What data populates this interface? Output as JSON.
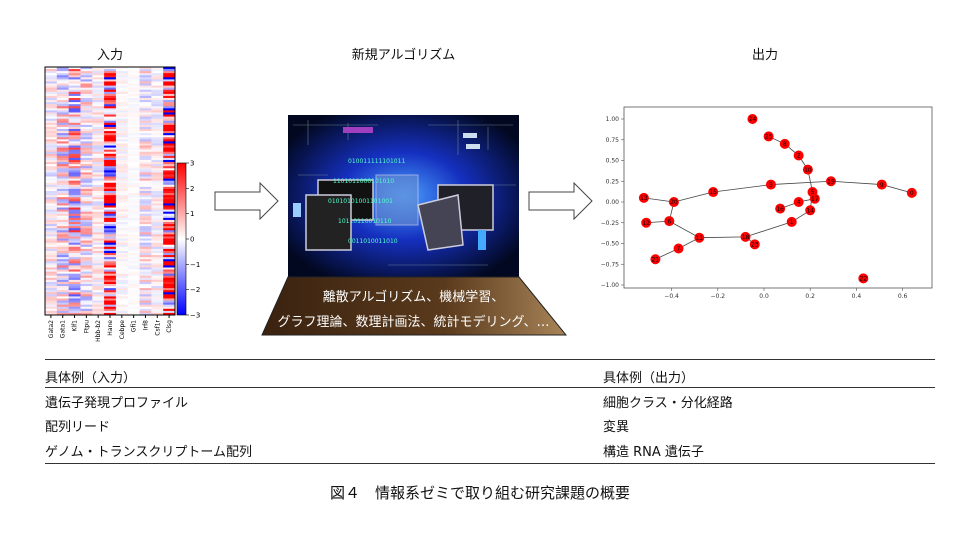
{
  "headings": {
    "input": "入力",
    "algorithm": "新規アルゴリズム",
    "output": "出力"
  },
  "heatmap": {
    "genes": [
      "Gata2",
      "Gata1",
      "Klf1",
      "Ftpu",
      "Hbb-b2",
      "Hane",
      "Cebpe",
      "Gfi1",
      "Irf8",
      "Csf1r",
      "Clsg"
    ],
    "colorbar_ticks": [
      "3",
      "2",
      "1",
      "0",
      "−1",
      "−2",
      "−3"
    ],
    "colorbar_range": [
      -3,
      3
    ],
    "colors": {
      "low": "#0000ff",
      "mid": "#ffffff",
      "high": "#ff0000"
    }
  },
  "algorithm_box": {
    "line1": "離散アルゴリズム、機械学習、",
    "line2": "グラフ理論、数理計画法、統計モデリング、…"
  },
  "graph": {
    "x_ticks": [
      "−0.4",
      "−0.2",
      "0.0",
      "0.2",
      "0.4",
      "0.6"
    ],
    "x_tick_values": [
      -0.4,
      -0.2,
      0,
      0.2,
      0.4,
      0.6
    ],
    "y_ticks": [
      "1.00",
      "0.75",
      "0.50",
      "0.25",
      "0.00",
      "−0.25",
      "−0.50",
      "−0.75",
      "−1.00"
    ],
    "y_tick_values": [
      1,
      0.75,
      0.5,
      0.25,
      0,
      -0.25,
      -0.5,
      -0.75,
      -1
    ],
    "node_color": "#ff0000",
    "nodes": [
      {
        "id": "0",
        "x": 0.64,
        "y": 0.11
      },
      {
        "id": "1",
        "x": 0.12,
        "y": -0.24
      },
      {
        "id": "2",
        "x": 0.15,
        "y": 0.56
      },
      {
        "id": "3",
        "x": 0.03,
        "y": 0.21
      },
      {
        "id": "4",
        "x": 0.15,
        "y": 0.0
      },
      {
        "id": "5",
        "x": 0.21,
        "y": 0.12
      },
      {
        "id": "6",
        "x": -0.41,
        "y": -0.23
      },
      {
        "id": "7",
        "x": -0.37,
        "y": -0.56
      },
      {
        "id": "8",
        "x": 0.09,
        "y": 0.7
      },
      {
        "id": "9",
        "x": 0.51,
        "y": 0.21
      },
      {
        "id": "10",
        "x": 0.19,
        "y": 0.39
      },
      {
        "id": "11",
        "x": -0.28,
        "y": -0.43
      },
      {
        "id": "12",
        "x": -0.51,
        "y": -0.25
      },
      {
        "id": "13",
        "x": -0.52,
        "y": 0.05
      },
      {
        "id": "14",
        "x": 0.2,
        "y": -0.1
      },
      {
        "id": "15",
        "x": -0.22,
        "y": 0.12
      },
      {
        "id": "16",
        "x": 0.07,
        "y": -0.08
      },
      {
        "id": "17",
        "x": 0.22,
        "y": 0.04
      },
      {
        "id": "18",
        "x": -0.08,
        "y": -0.42
      },
      {
        "id": "19",
        "x": 0.29,
        "y": 0.25
      },
      {
        "id": "20",
        "x": -0.39,
        "y": 0.0
      },
      {
        "id": "21",
        "x": -0.47,
        "y": -0.69
      },
      {
        "id": "22",
        "x": 0.43,
        "y": -0.92
      },
      {
        "id": "23",
        "x": -0.04,
        "y": -0.51
      },
      {
        "id": "24",
        "x": -0.05,
        "y": 1.0
      },
      {
        "id": "25",
        "x": 0.02,
        "y": 0.79
      }
    ],
    "edges": [
      [
        "25",
        "8"
      ],
      [
        "8",
        "2"
      ],
      [
        "2",
        "10"
      ],
      [
        "10",
        "5"
      ],
      [
        "5",
        "14"
      ],
      [
        "3",
        "19"
      ],
      [
        "19",
        "9"
      ],
      [
        "9",
        "0"
      ],
      [
        "3",
        "15"
      ],
      [
        "15",
        "20"
      ],
      [
        "20",
        "13"
      ],
      [
        "20",
        "6"
      ],
      [
        "6",
        "12"
      ],
      [
        "6",
        "11"
      ],
      [
        "11",
        "7"
      ],
      [
        "7",
        "21"
      ],
      [
        "11",
        "18"
      ],
      [
        "18",
        "1"
      ],
      [
        "1",
        "14"
      ],
      [
        "17",
        "4"
      ],
      [
        "4",
        "16"
      ],
      [
        "18",
        "23"
      ]
    ]
  },
  "table": {
    "headers": [
      "具体例（入力）",
      "具体例（出力）"
    ],
    "rows": [
      [
        "遺伝子発現プロファイル",
        "細胞クラス・分化経路"
      ],
      [
        "配列リード",
        "変異"
      ],
      [
        "ゲノム・トランスクリプトーム配列",
        "構造 RNA 遺伝子"
      ]
    ]
  },
  "caption": "図４　情報系ゼミで取り組む研究課題の概要"
}
